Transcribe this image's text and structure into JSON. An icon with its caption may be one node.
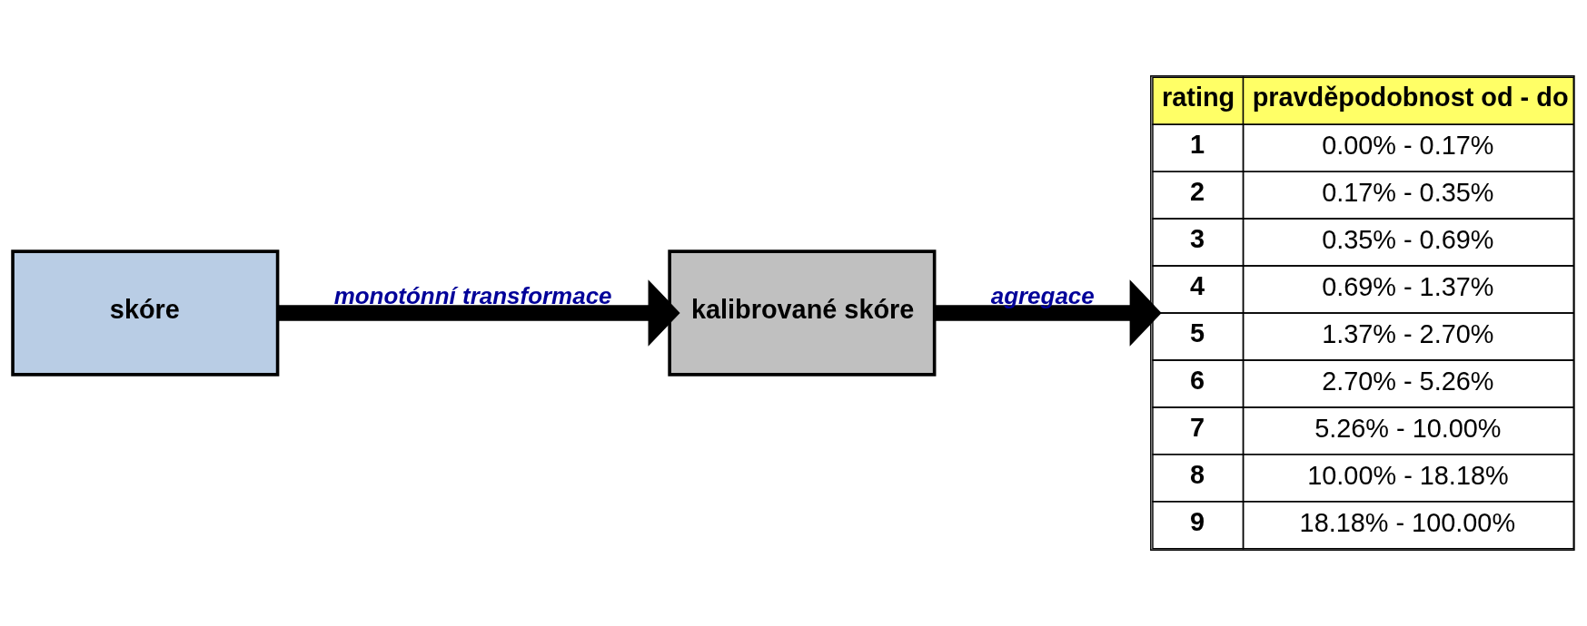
{
  "diagram": {
    "nodes": [
      {
        "text": [
          "skóre"
        ]
      },
      {
        "text": [
          "kalibrované skóre"
        ]
      },
      {
        "text": [
          "rating",
          "pravděpodobnost od - do",
          "1",
          "0.00% - 0.17%",
          "2",
          "0.17% - 0.35%",
          "3",
          "0.35% - 0.69%",
          "4",
          "0.69% - 1.37%",
          "5",
          "1.37% - 2.70%",
          "6",
          "2.70% - 5.26%",
          "7",
          "5.26% - 10.00%",
          "8",
          "10.00% - 18.18%",
          "9",
          "18.18% - 100.00%"
        ]
      }
    ],
    "edges": [
      {
        "from": 0,
        "to": 1,
        "arrow": "to",
        "label": "monotónní transformace"
      },
      {
        "from": 1,
        "to": 2,
        "arrow": "to",
        "label": "agregace"
      }
    ]
  }
}
